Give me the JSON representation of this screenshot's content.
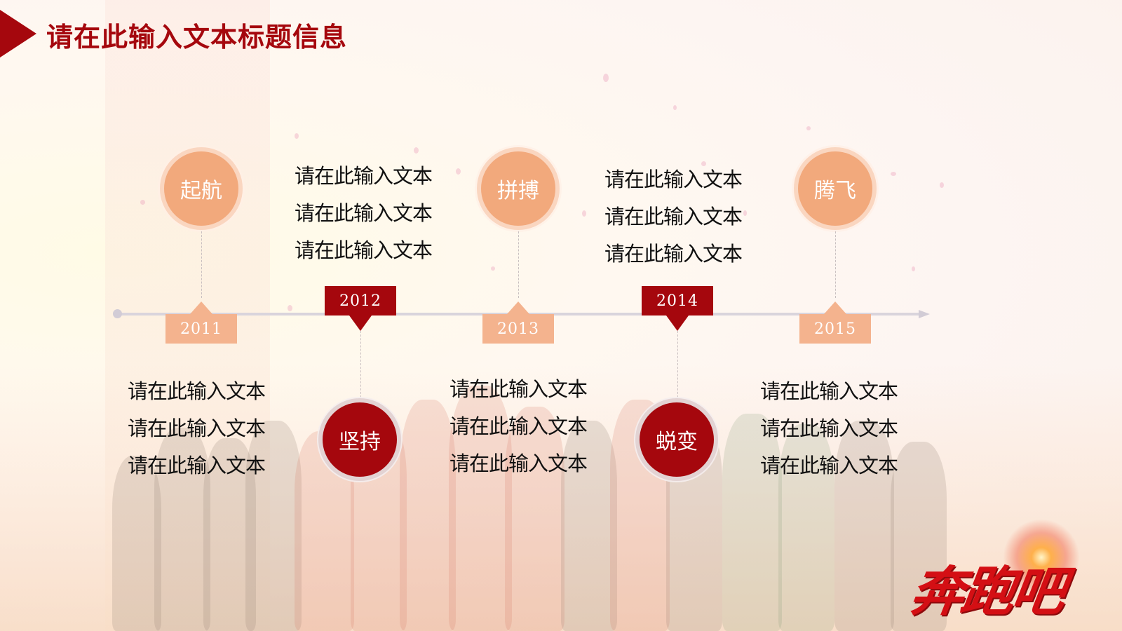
{
  "title": "请在此输入文本标题信息",
  "logo_text": "奔跑吧",
  "colors": {
    "accent_dark": "#a5070d",
    "accent_light": "#f2a97c",
    "axis": "#d9d4dc"
  },
  "milestones": [
    {
      "year": "2011",
      "label": "起航",
      "style": "light",
      "position": "top",
      "texts": [
        "请在此输入文本",
        "请在此输入文本",
        "请在此输入文本"
      ]
    },
    {
      "year": "2012",
      "label": "坚持",
      "style": "dark",
      "position": "bottom",
      "texts": [
        "请在此输入文本",
        "请在此输入文本",
        "请在此输入文本"
      ]
    },
    {
      "year": "2013",
      "label": "拼搏",
      "style": "light",
      "position": "top",
      "texts": [
        "请在此输入文本",
        "请在此输入文本",
        "请在此输入文本"
      ]
    },
    {
      "year": "2014",
      "label": "蜕变",
      "style": "dark",
      "position": "bottom",
      "texts": [
        "请在此输入文本",
        "请在此输入文本",
        "请在此输入文本"
      ]
    },
    {
      "year": "2015",
      "label": "腾飞",
      "style": "light",
      "position": "top",
      "texts": [
        "请在此输入文本",
        "请在此输入文本",
        "请在此输入文本"
      ]
    }
  ]
}
